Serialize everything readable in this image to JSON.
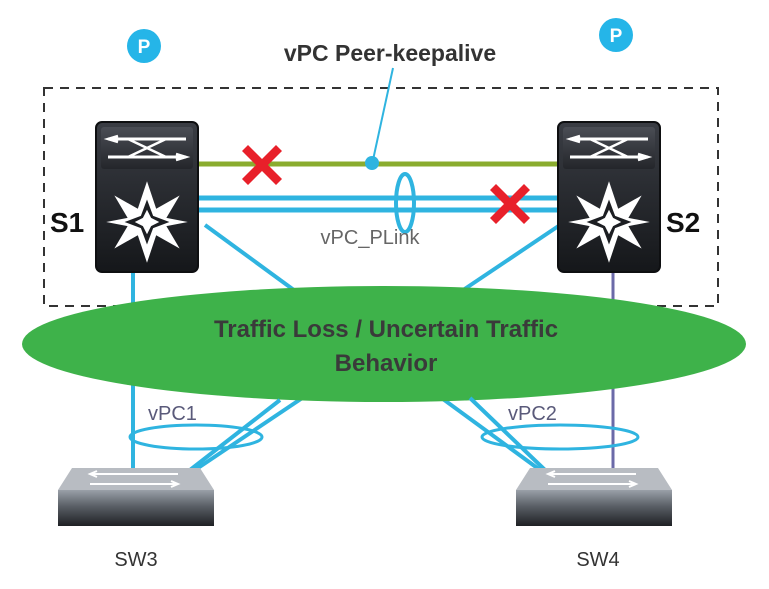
{
  "diagram": {
    "peer_keepalive_label": "vPC Peer-keepalive",
    "peer_link_label": "vPC_PLink",
    "switch_left_label": "S1",
    "switch_right_label": "S2",
    "access_left_label": "SW3",
    "access_right_label": "SW4",
    "vpc_left_label": "vPC1",
    "vpc_right_label": "vPC2",
    "role_badge_left": "P",
    "role_badge_right": "P",
    "traffic_line1": "Traffic Loss / Uncertain Traffic",
    "traffic_line2": "Behavior"
  },
  "colors": {
    "link_blue": "#2fb4e0",
    "keepalive_green": "#8aac2e",
    "failure_red": "#e8202a",
    "ellipse_green": "#3eb24a",
    "ellipse_text": "#3a3a3a",
    "badge_blue": "#25b5e8",
    "switch_dark": "#1c1e22",
    "link_purple": "#6b6aa8"
  },
  "icons": {
    "core_switch": "nexus-switch-icon",
    "access_switch": "access-switch-icon",
    "failure": "x-mark-icon",
    "role_badge": "primary-role-badge-icon"
  }
}
